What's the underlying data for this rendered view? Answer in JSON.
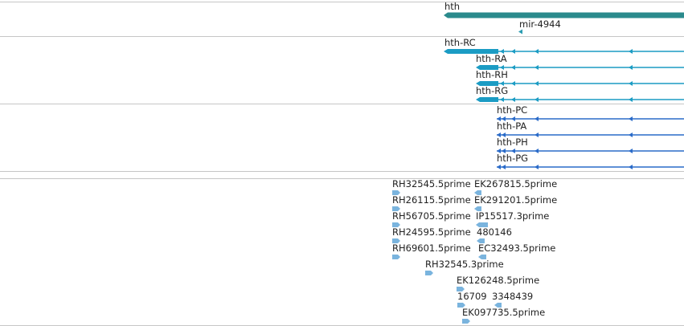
{
  "colors": {
    "gene": "#2b8a8c",
    "ncrna": "#2a9cb1",
    "mrna_rc": "#1b9cc4",
    "mrna_pc": "#2a6bc9",
    "est": "#7ab4de",
    "separator": "#c6c6c6"
  },
  "gene_track": {
    "gene": {
      "label": "hth",
      "strand": "minus"
    },
    "ncrna": {
      "label": "mir-4944",
      "strand": "minus"
    }
  },
  "transcripts_track": {
    "items": [
      {
        "label": "hth-RC",
        "strand": "minus"
      },
      {
        "label": "hth-RA",
        "strand": "minus"
      },
      {
        "label": "hth-RH",
        "strand": "minus"
      },
      {
        "label": "hth-RG",
        "strand": "minus"
      }
    ]
  },
  "proteins_track": {
    "items": [
      {
        "label": "hth-PC",
        "strand": "minus"
      },
      {
        "label": "hth-PA",
        "strand": "minus"
      },
      {
        "label": "hth-PH",
        "strand": "minus"
      },
      {
        "label": "hth-PG",
        "strand": "minus"
      }
    ]
  },
  "est_track": {
    "items": [
      {
        "label": "RH32545.5prime",
        "strand": "plus"
      },
      {
        "label": "EK267815.5prime",
        "strand": "minus"
      },
      {
        "label": "RH26115.5prime",
        "strand": "plus"
      },
      {
        "label": "EK291201.5prime",
        "strand": "minus"
      },
      {
        "label": "RH56705.5prime",
        "strand": "plus"
      },
      {
        "label": "IP15517.3prime",
        "strand": "minus"
      },
      {
        "label": "RH24595.5prime",
        "strand": "plus"
      },
      {
        "label": "480146",
        "strand": "minus"
      },
      {
        "label": "RH69601.5prime",
        "strand": "plus"
      },
      {
        "label": "EC32493.5prime",
        "strand": "minus"
      },
      {
        "label": "RH32545.3prime",
        "strand": "plus"
      },
      {
        "label": "EK126248.5prime",
        "strand": "plus"
      },
      {
        "label": "16709",
        "strand": "plus"
      },
      {
        "label": "3348439",
        "strand": "minus"
      },
      {
        "label": "EK097735.5prime",
        "strand": "plus"
      }
    ]
  }
}
